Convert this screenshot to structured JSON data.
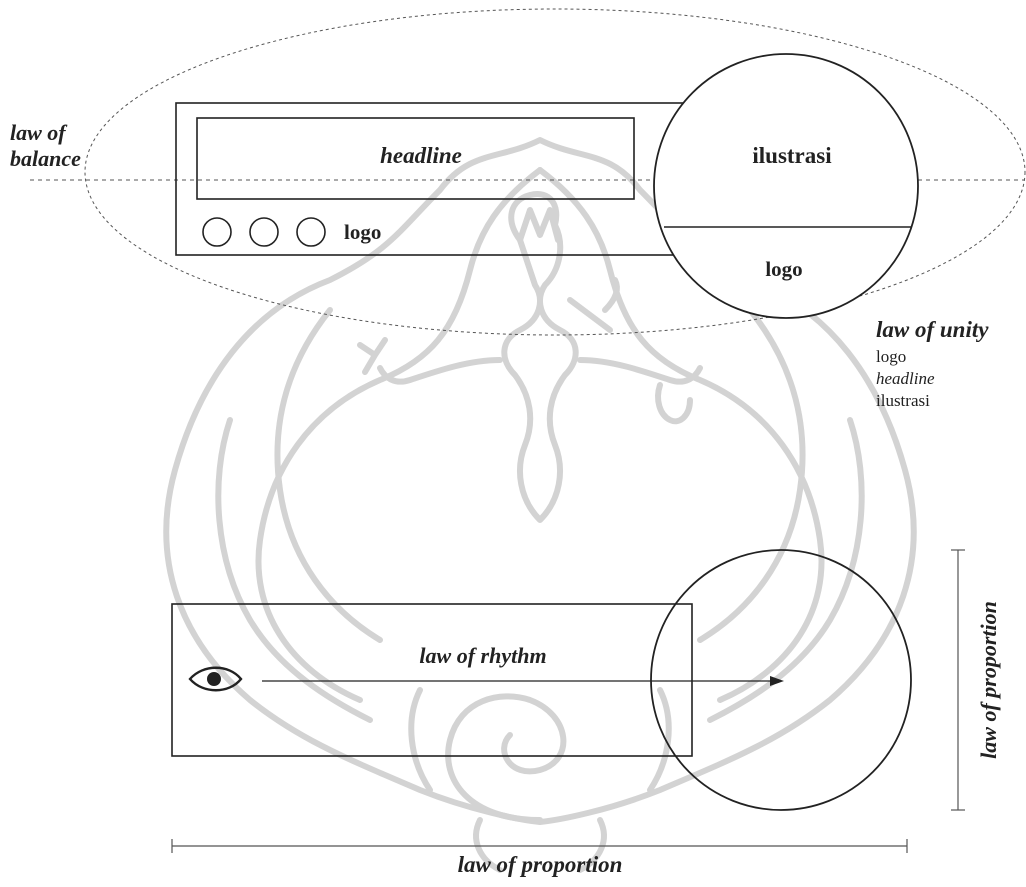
{
  "labels": {
    "balance_line1": "law of",
    "balance_line2": "balance",
    "headline": "headline",
    "ilustrasi": "ilustrasi",
    "logo_left": "logo",
    "logo_circle": "logo",
    "unity_title": "law of unity",
    "unity_items": [
      "logo",
      "headline",
      "ilustrasi"
    ],
    "rhythm": "law of rhythm",
    "proportion_vertical": "law of proportion",
    "proportion_horizontal": "law of proportion"
  },
  "watermark": {
    "description_icon": "wayang-deity-emblem-watermark"
  },
  "colors": {
    "ink": "#222222",
    "watermark": "#cfcfcf"
  }
}
